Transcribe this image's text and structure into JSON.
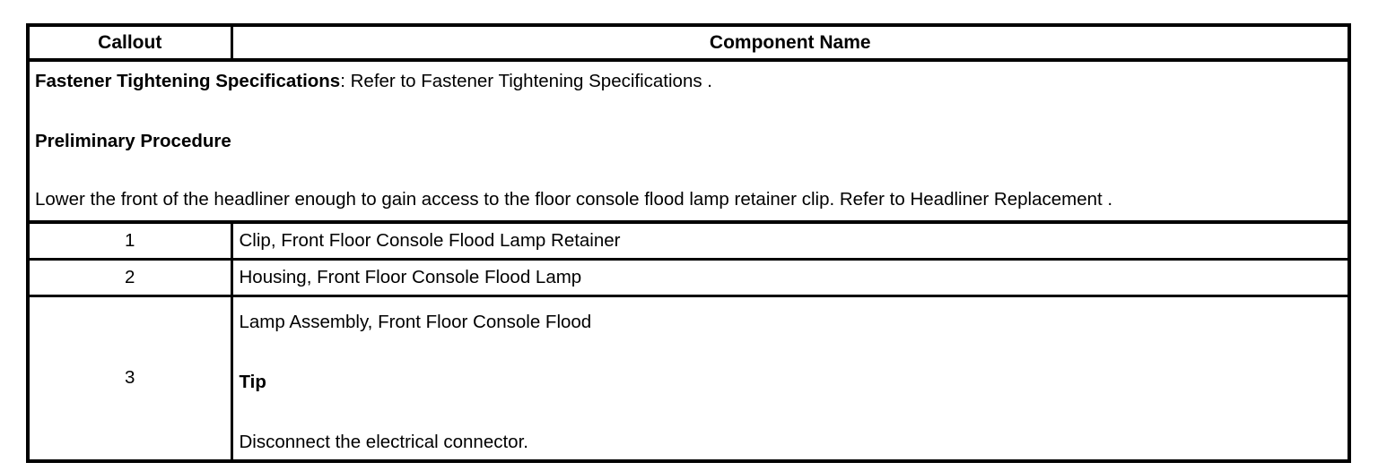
{
  "table": {
    "headers": {
      "callout": "Callout",
      "component_name": "Component Name"
    },
    "procedure_row": {
      "spec_label": "Fastener Tightening Specifications",
      "spec_text": ": Refer to Fastener Tightening Specifications .",
      "preliminary_heading": "Preliminary Procedure",
      "preliminary_text": "Lower the front of the headliner enough to gain access to the floor console flood lamp retainer clip. Refer to Headliner Replacement ."
    },
    "rows": [
      {
        "callout": "1",
        "name": "Clip, Front Floor Console Flood Lamp Retainer"
      },
      {
        "callout": "2",
        "name": "Housing, Front Floor Console Flood Lamp"
      },
      {
        "callout": "3",
        "name": "Lamp Assembly, Front Floor Console Flood",
        "tip_heading": "Tip",
        "tip_text": "Disconnect the electrical connector."
      }
    ]
  },
  "colors": {
    "border": "#000000",
    "text": "#000000",
    "background": "#ffffff"
  }
}
